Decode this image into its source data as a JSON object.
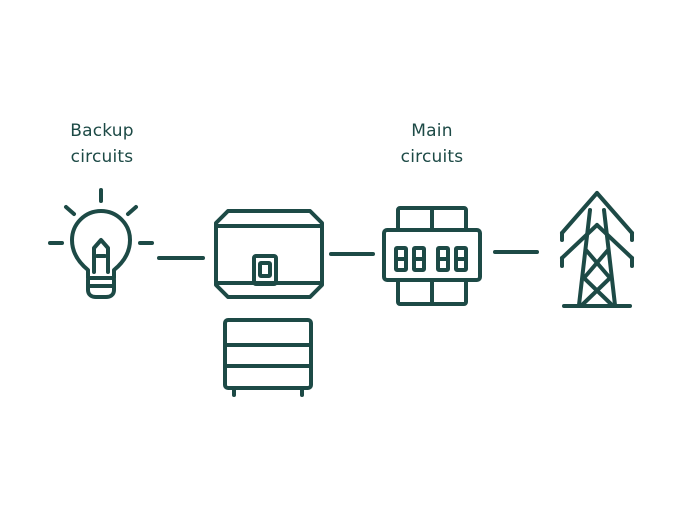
{
  "colors": {
    "stroke": "#1d4a46",
    "text": "#1d4a46",
    "background": "#ffffff"
  },
  "labels": {
    "backup": {
      "line1": "Backup",
      "line2": "circuits"
    },
    "main": {
      "line1": "Main",
      "line2": "circuits"
    }
  },
  "icons": [
    {
      "name": "light-bulb-icon"
    },
    {
      "name": "inverter-icon"
    },
    {
      "name": "battery-icon"
    },
    {
      "name": "breaker-panel-icon"
    },
    {
      "name": "power-tower-icon"
    }
  ]
}
